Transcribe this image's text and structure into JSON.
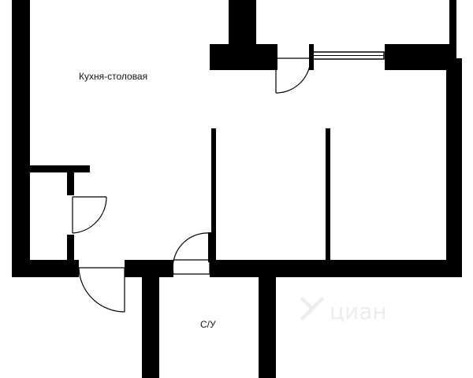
{
  "colors": {
    "wall": "#000000",
    "background": "#ffffff",
    "door_line": "#000000",
    "window_fill": "#ffffff",
    "watermark": "#ececec"
  },
  "rooms": {
    "kitchen_dining": {
      "label": "Кухня-столовая"
    },
    "bathroom": {
      "label": "С/У"
    }
  },
  "watermark": {
    "visible": true,
    "icon": "cian-logo-icon",
    "text": "циан"
  }
}
